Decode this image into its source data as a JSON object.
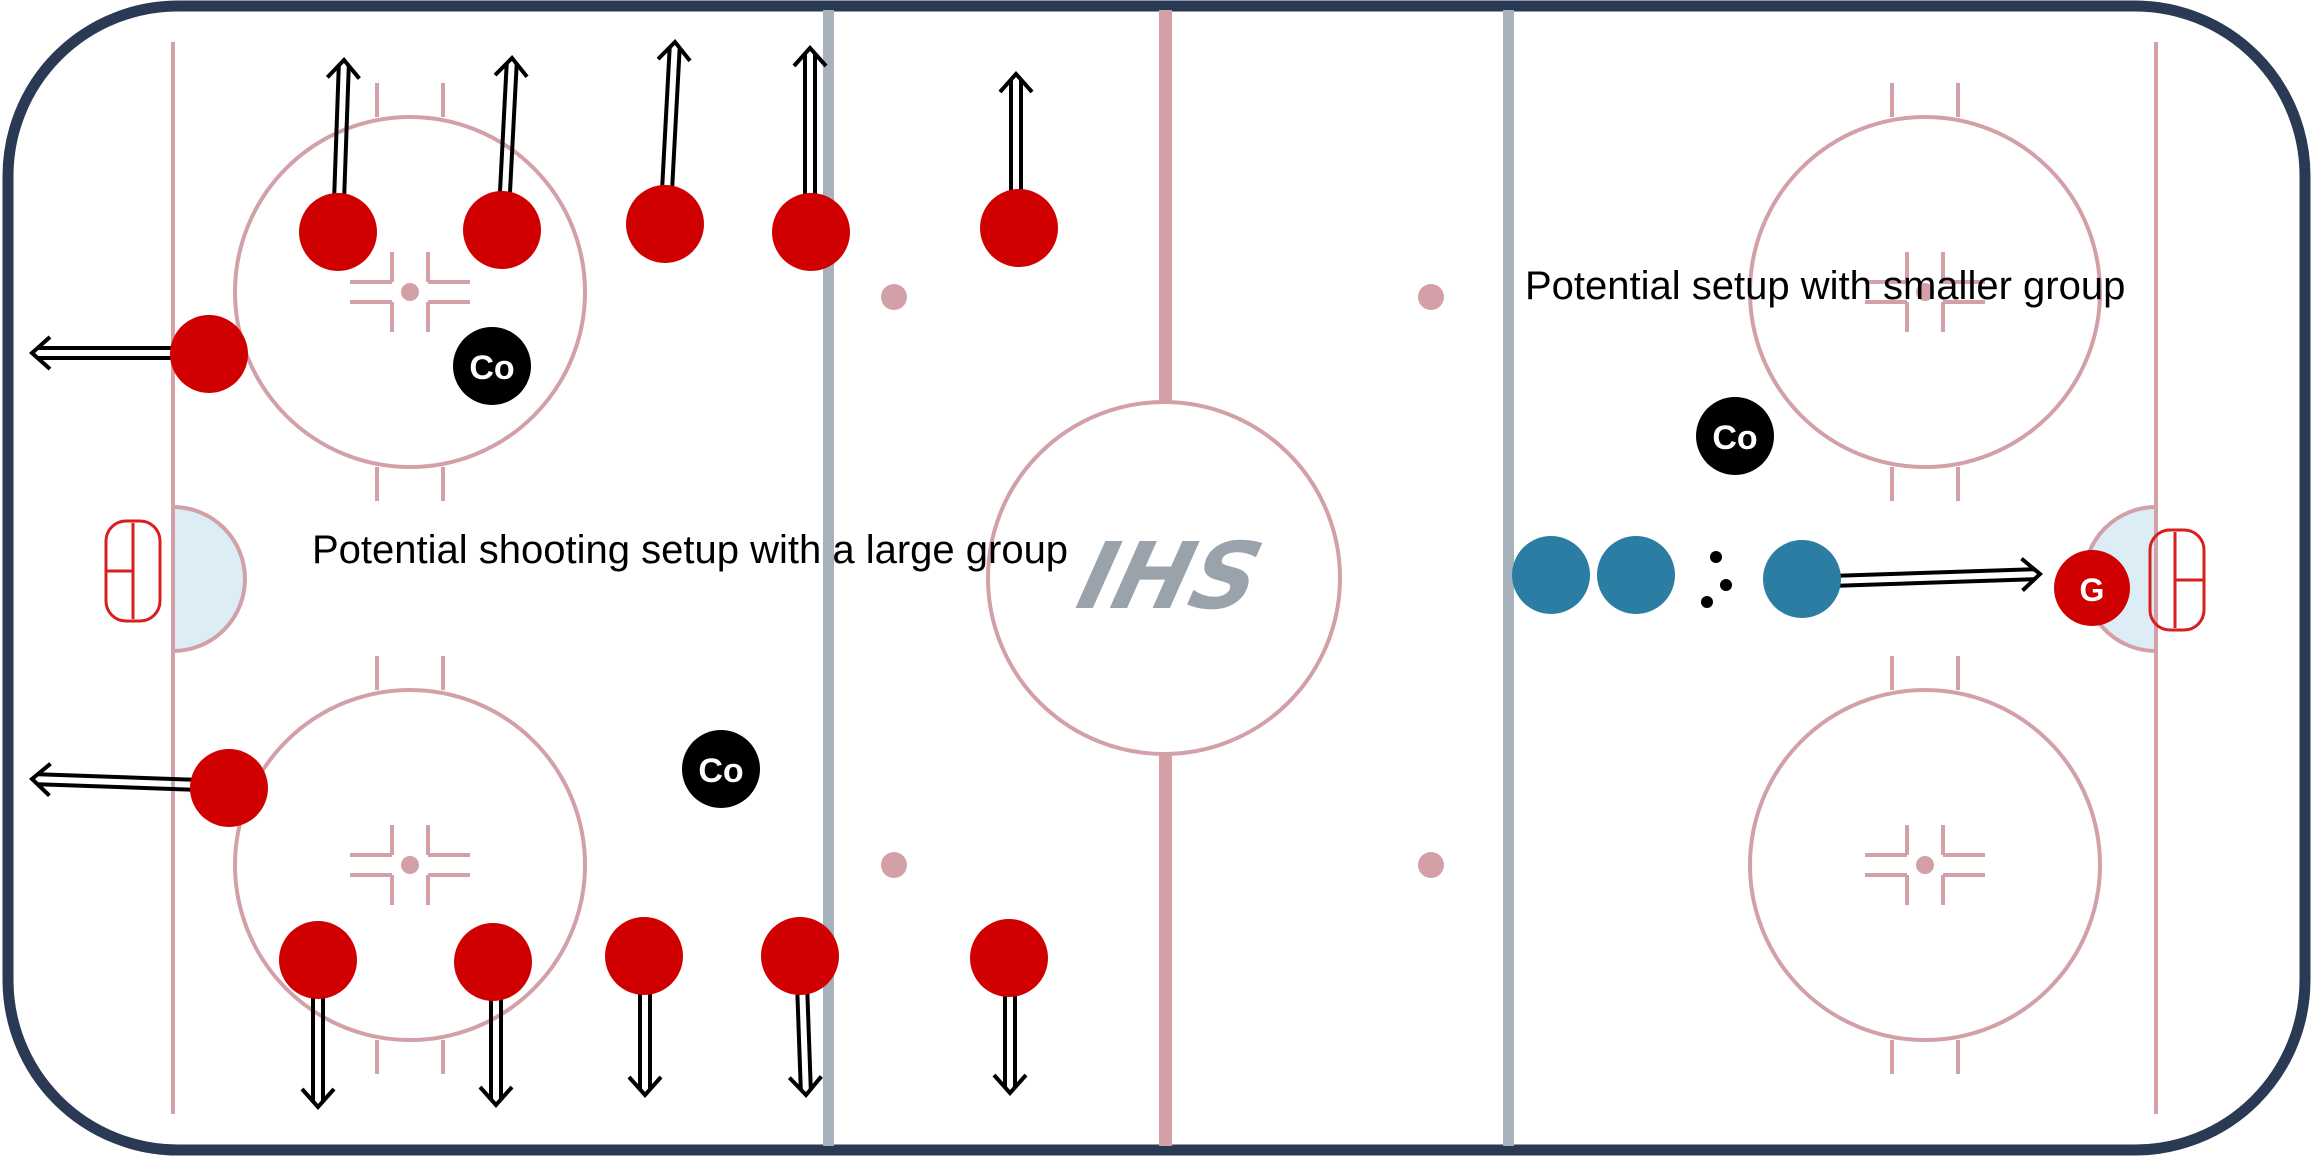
{
  "labels": {
    "left_drill": "Potential shooting setup with a large group",
    "right_drill": "Potential setup with smaller group"
  },
  "logo": {
    "text": "IHS"
  },
  "tokens": {
    "coach": "Co",
    "goalie": "G",
    "more_players": "..."
  },
  "colors": {
    "board": "#2a3a55",
    "red_line": "#d3a0a8",
    "blue_line": "#a7b2bc",
    "crease": "#dcedf6",
    "goal": "#d81f1f",
    "player_red": "#d00000",
    "player_blue": "#2b7da3",
    "coach": "#000000"
  },
  "icons": {
    "arrow": "double-line-arrow"
  }
}
